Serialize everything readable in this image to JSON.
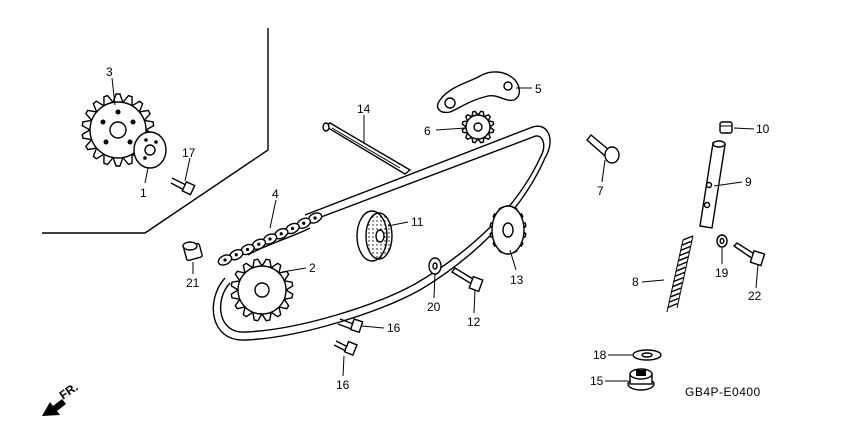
{
  "parts": [
    {
      "id": "p3",
      "label": "3"
    },
    {
      "id": "p1",
      "label": "1"
    },
    {
      "id": "p17",
      "label": "17"
    },
    {
      "id": "p14",
      "label": "14"
    },
    {
      "id": "p5",
      "label": "5"
    },
    {
      "id": "p6",
      "label": "6"
    },
    {
      "id": "p4",
      "label": "4"
    },
    {
      "id": "p11",
      "label": "11"
    },
    {
      "id": "p2",
      "label": "2"
    },
    {
      "id": "p21",
      "label": "21"
    },
    {
      "id": "p13",
      "label": "13"
    },
    {
      "id": "p20",
      "label": "20"
    },
    {
      "id": "p12",
      "label": "12"
    },
    {
      "id": "p16a",
      "label": "16"
    },
    {
      "id": "p16b",
      "label": "16"
    },
    {
      "id": "p7",
      "label": "7"
    },
    {
      "id": "p10",
      "label": "10"
    },
    {
      "id": "p9",
      "label": "9"
    },
    {
      "id": "p8",
      "label": "8"
    },
    {
      "id": "p19",
      "label": "19"
    },
    {
      "id": "p22",
      "label": "22"
    },
    {
      "id": "p18",
      "label": "18"
    },
    {
      "id": "p15",
      "label": "15"
    }
  ],
  "front_label": "FR.",
  "diagram_code": "GB4P-E0400"
}
